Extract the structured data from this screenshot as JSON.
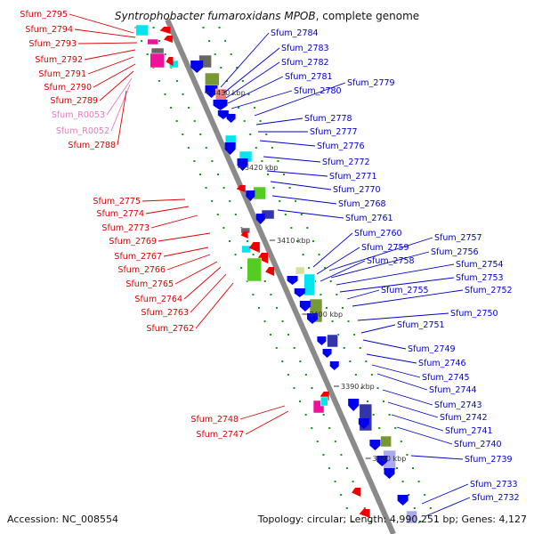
{
  "title_prefix": "Syntrophobacter fumaroxidans MPOB",
  "title_suffix": ", complete genome",
  "accession": "Accession: NC_008554",
  "topology": "Topology: circular; Length: 4,990,251 bp; Genes: 4,127",
  "colors": {
    "backbone": "#8a8a8a",
    "minus_strand_label": "#dd0000",
    "rna_label": "#ee77bb",
    "plus_strand_label": "#0000cc",
    "dotted_track": "#119911",
    "gene_blue": "#0000ee",
    "gene_red": "#ee0000",
    "gene_cyan": "#00e5ee",
    "gene_green": "#55cc22",
    "gene_olive": "#779933",
    "gene_magenta": "#ee1199",
    "gene_navy": "#3333aa",
    "gene_gray": "#666666",
    "gene_pink": "#ee7777",
    "gene_khaki": "#dddd99",
    "gene_lavender": "#aaaaee"
  },
  "scale_marks": [
    "3430 kbp",
    "3420 kbp",
    "3410 kbp",
    "3400 kbp",
    "3390 kbp",
    "3380 kbp"
  ],
  "left_labels": [
    {
      "text": "Sfum_2795",
      "kind": "gene"
    },
    {
      "text": "Sfum_2794",
      "kind": "gene"
    },
    {
      "text": "Sfum_2793",
      "kind": "gene"
    },
    {
      "text": "Sfum_2792",
      "kind": "gene"
    },
    {
      "text": "Sfum_2791",
      "kind": "gene"
    },
    {
      "text": "Sfum_2790",
      "kind": "gene"
    },
    {
      "text": "Sfum_2789",
      "kind": "gene"
    },
    {
      "text": "Sfum_R0053",
      "kind": "rna"
    },
    {
      "text": "Sfum_R0052",
      "kind": "rna"
    },
    {
      "text": "Sfum_2788",
      "kind": "gene"
    },
    {
      "text": "Sfum_2775",
      "kind": "gene"
    },
    {
      "text": "Sfum_2774",
      "kind": "gene"
    },
    {
      "text": "Sfum_2773",
      "kind": "gene"
    },
    {
      "text": "Sfum_2769",
      "kind": "gene"
    },
    {
      "text": "Sfum_2767",
      "kind": "gene"
    },
    {
      "text": "Sfum_2766",
      "kind": "gene"
    },
    {
      "text": "Sfum_2765",
      "kind": "gene"
    },
    {
      "text": "Sfum_2764",
      "kind": "gene"
    },
    {
      "text": "Sfum_2763",
      "kind": "gene"
    },
    {
      "text": "Sfum_2762",
      "kind": "gene"
    },
    {
      "text": "Sfum_2748",
      "kind": "gene"
    },
    {
      "text": "Sfum_2747",
      "kind": "gene"
    }
  ],
  "right_labels": [
    "Sfum_2784",
    "Sfum_2783",
    "Sfum_2782",
    "Sfum_2781",
    "Sfum_2780",
    "Sfum_2779",
    "Sfum_2778",
    "Sfum_2777",
    "Sfum_2776",
    "Sfum_2772",
    "Sfum_2771",
    "Sfum_2770",
    "Sfum_2768",
    "Sfum_2761",
    "Sfum_2760",
    "Sfum_2759",
    "Sfum_2758",
    "Sfum_2757",
    "Sfum_2756",
    "Sfum_2754",
    "Sfum_2753",
    "Sfum_2755",
    "Sfum_2752",
    "Sfum_2750",
    "Sfum_2751",
    "Sfum_2749",
    "Sfum_2746",
    "Sfum_2745",
    "Sfum_2744",
    "Sfum_2743",
    "Sfum_2742",
    "Sfum_2741",
    "Sfum_2740",
    "Sfum_2739",
    "Sfum_2733",
    "Sfum_2732"
  ]
}
